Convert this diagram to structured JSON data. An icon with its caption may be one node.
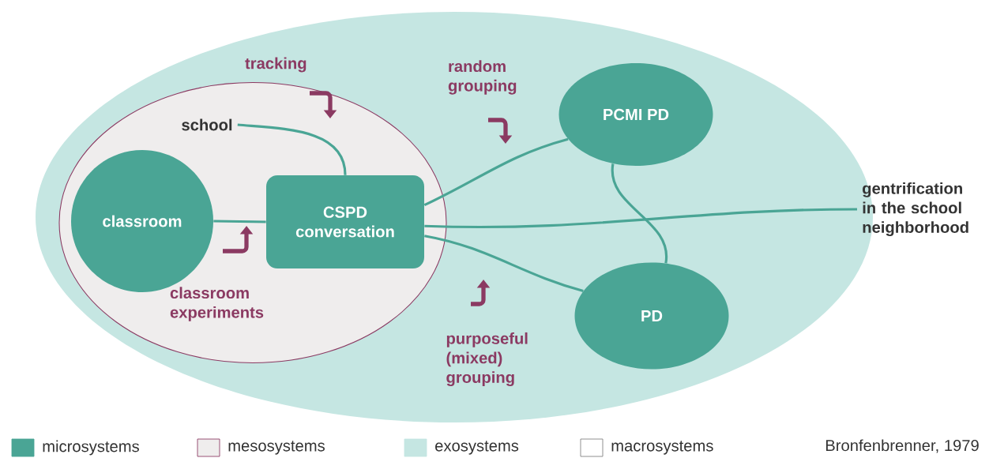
{
  "diagram": {
    "nodes": [
      {
        "text": [],
        "shape": "ellipse"
      },
      {
        "text": [],
        "shape": "ellipse",
        "in": 0
      },
      {
        "text": [
          "school"
        ],
        "in": 1
      },
      {
        "text": [
          "classroom"
        ],
        "in": 1
      },
      {
        "text": [
          "CSPD conversation"
        ],
        "in": 1
      },
      {
        "text": [
          "PCMI PD"
        ],
        "in": 0
      },
      {
        "text": [
          "PD"
        ],
        "in": 0
      },
      {
        "text": [
          "gentrification in the school neighborhood"
        ]
      }
    ],
    "edges": [
      {
        "from": 2,
        "to": 4,
        "arrow": "none"
      },
      {
        "from": 3,
        "to": 4,
        "arrow": "none"
      },
      {
        "from": 4,
        "to": 5,
        "arrow": "none"
      },
      {
        "from": 4,
        "to": 7,
        "arrow": "none"
      },
      {
        "from": 4,
        "to": 6,
        "arrow": "none"
      },
      {
        "from": 5,
        "to": 6,
        "arrow": "none"
      }
    ],
    "labels": [
      "tracking",
      "random grouping",
      "classroom experiments",
      "purposeful (mixed) grouping",
      "Bronfenbrenner, 1979"
    ],
    "legend": [
      {
        "text": "microsystems",
        "color": "#4aa595"
      },
      {
        "text": "mesosystems",
        "color": "#efeded"
      },
      {
        "text": "exosystems",
        "color": "#c5e6e2"
      },
      {
        "text": "macrosystems"
      }
    ]
  }
}
